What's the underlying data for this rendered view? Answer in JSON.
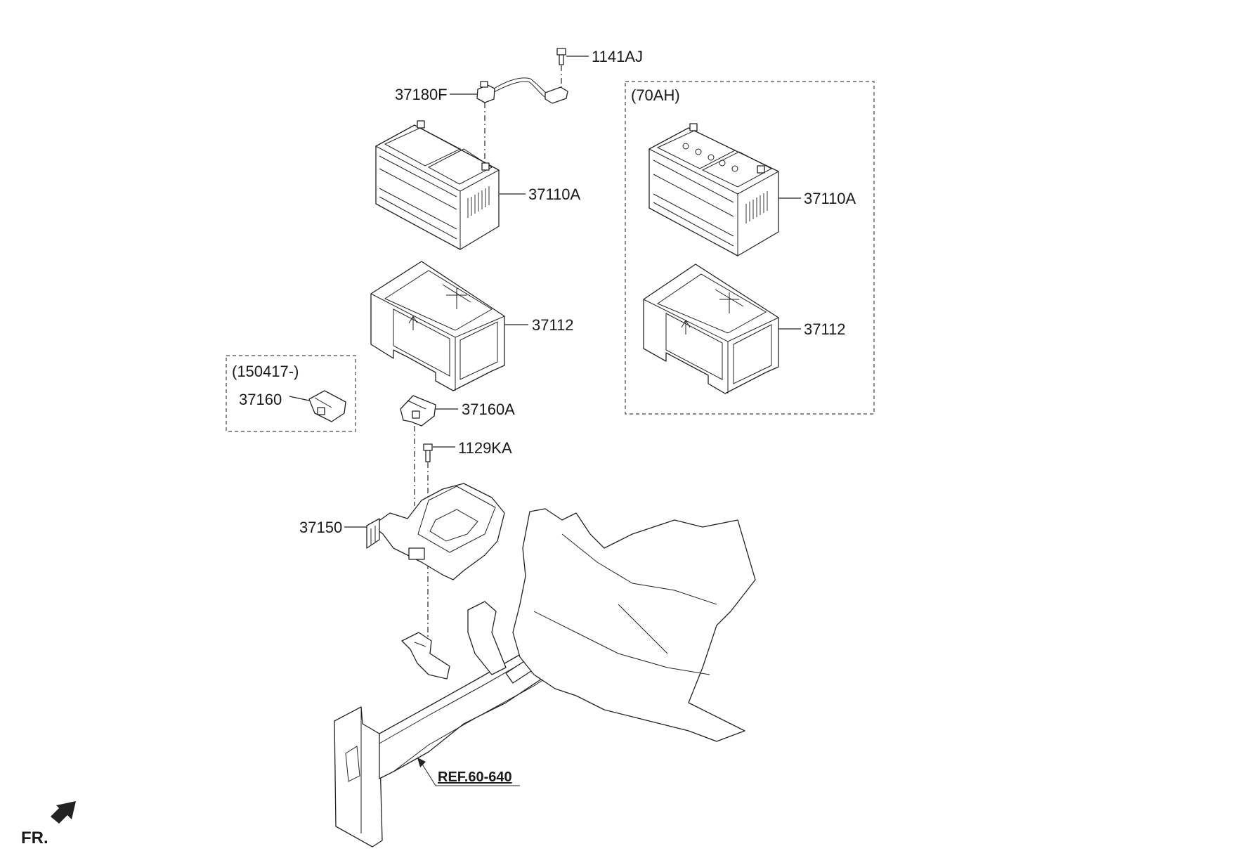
{
  "labels": {
    "bolt_top": "1141AJ",
    "cable": "37180F",
    "battery": "37110A",
    "tray": "37112",
    "battery_alt": "37110A",
    "tray_alt": "37112",
    "clamp": "37160A",
    "clamp_alt": "37160",
    "bolt_bottom": "1129KA",
    "bracket": "37150"
  },
  "boxes": {
    "alt_battery_title": "(70AH)",
    "alt_clamp_title": "(150417-)"
  },
  "reference": "REF.60-640",
  "front_indicator": "FR."
}
